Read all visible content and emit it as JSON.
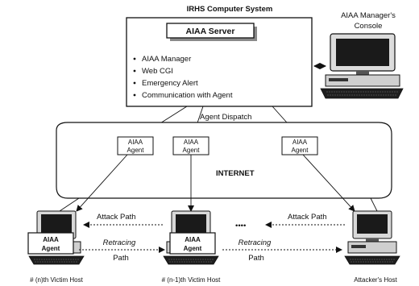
{
  "title": "IRHS Computer System",
  "server": {
    "label": "AIAA Server",
    "features": [
      "AIAA Manager",
      "Web CGI",
      "Emergency Alert",
      "Communication with Agent"
    ]
  },
  "console_label": [
    "AIAA Manager's",
    "Console"
  ],
  "dispatch_label": "Agent Dispatch",
  "internet_label": "INTERNET",
  "agent_box": [
    "AIAA",
    "Agent"
  ],
  "host_agent": [
    "AIAA",
    "Agent"
  ],
  "attack_path_label": "Attack Path",
  "retracing_label": [
    "Retracing",
    "Path"
  ],
  "ellipsis": "••••",
  "hosts": [
    "# (n)th Victim Host",
    "# (n-1)th Victim Host",
    "Attacker's Host"
  ],
  "colors": {
    "stroke": "#111111",
    "server_fill": "#ffffff",
    "shadow": "#8a8a8a",
    "computer_dark": "#222222"
  }
}
